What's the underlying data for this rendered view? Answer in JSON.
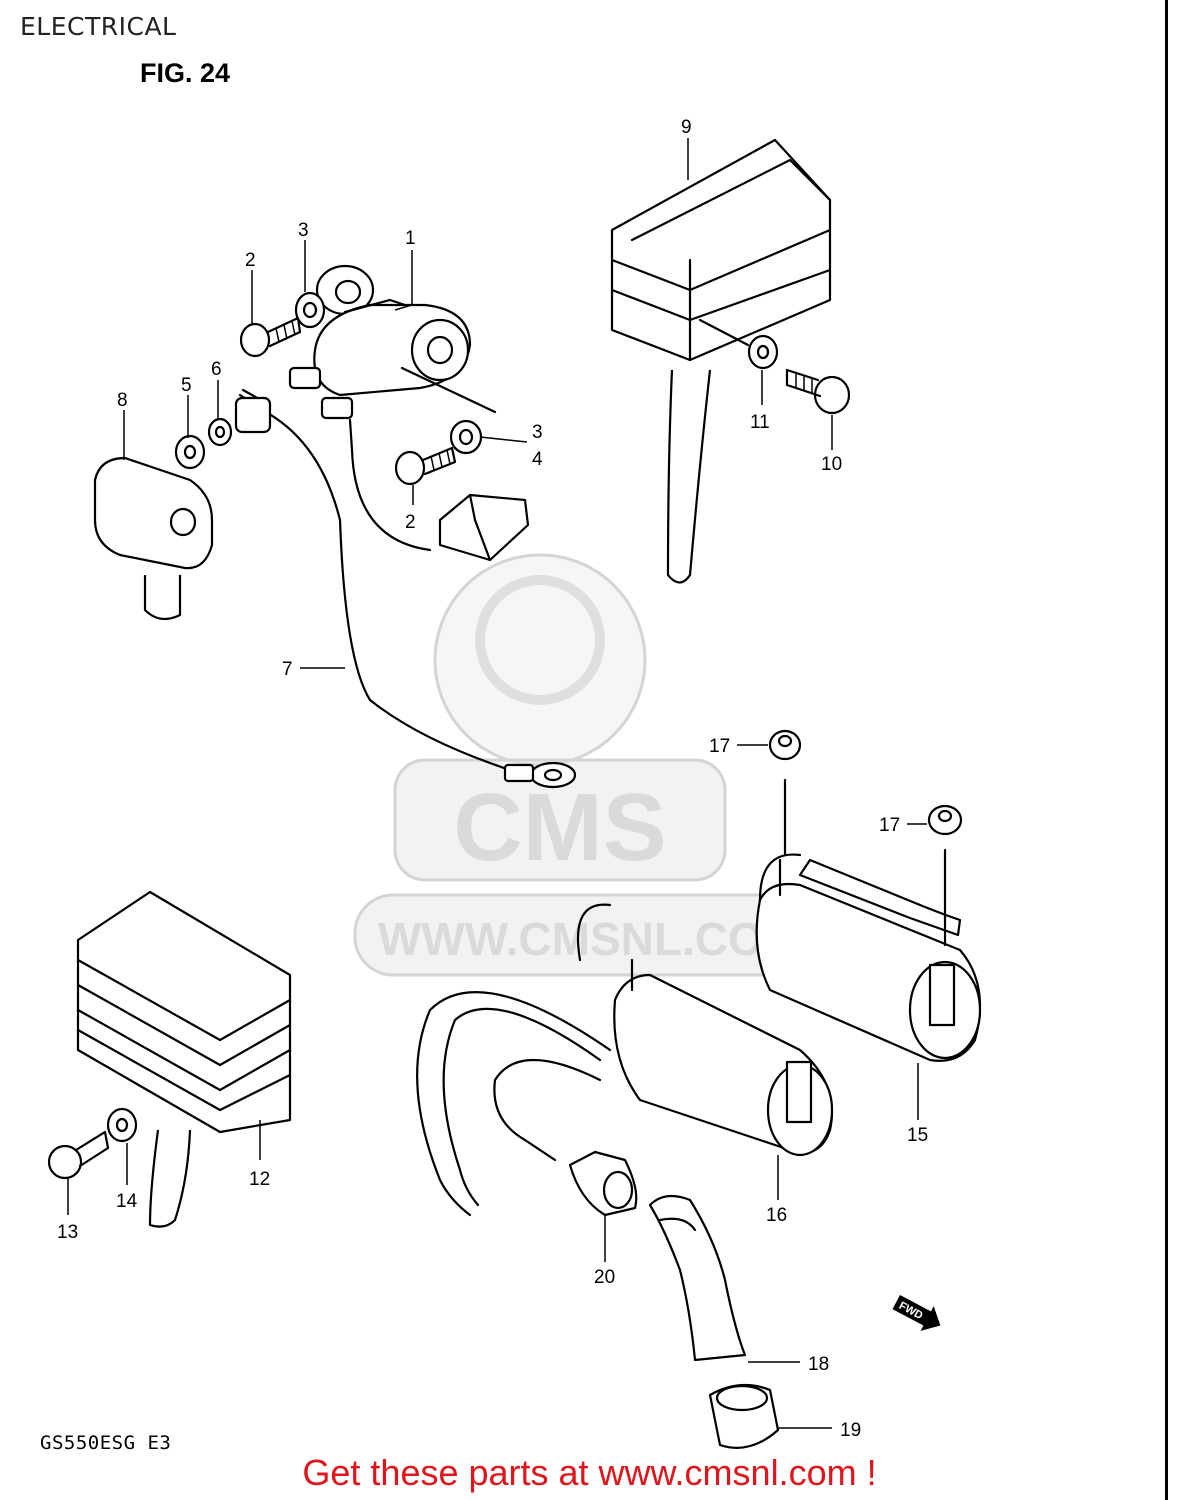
{
  "header": {
    "title": "ELECTRICAL",
    "figure": "FIG. 24"
  },
  "diagram": {
    "model_code": "GS550ESG E3",
    "fwd_badge": "FWD",
    "callouts": [
      "1",
      "2",
      "3",
      "4",
      "5",
      "6",
      "7",
      "8",
      "9",
      "10",
      "11",
      "12",
      "13",
      "14",
      "15",
      "16",
      "17",
      "18",
      "19",
      "20"
    ]
  },
  "watermark": {
    "brand": "CMS",
    "url": "WWW.CMSNL.COM"
  },
  "footer": {
    "link_text": "Get these parts at www.cmsnl.com !"
  }
}
